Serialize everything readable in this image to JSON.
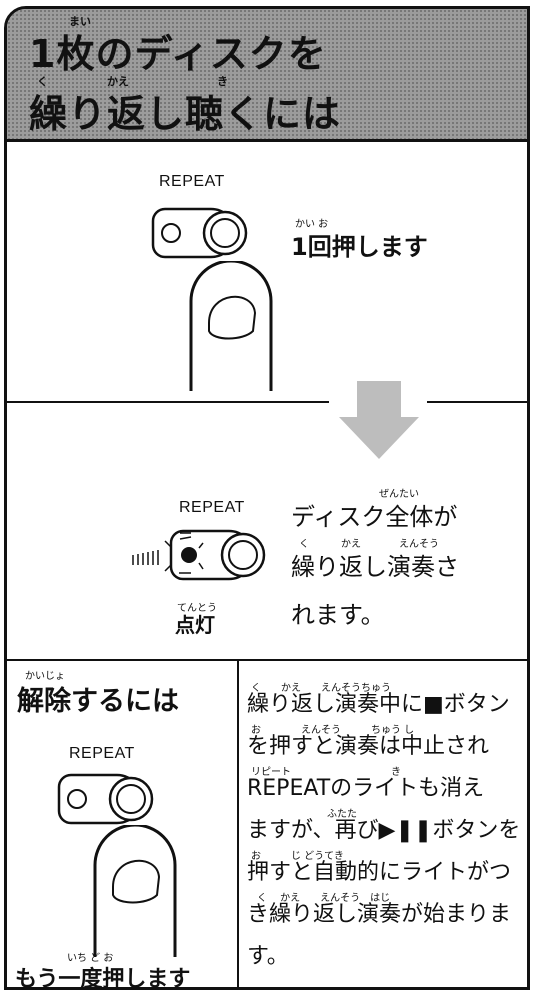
{
  "header": {
    "title_line1": "1枚のディスクを",
    "title_line2": "繰り返し聴くには",
    "ruby_mai": "まい",
    "ruby_ku": "く",
    "ruby_kae": "かえ",
    "ruby_ki": "き"
  },
  "step1": {
    "button_label": "REPEAT",
    "instruction": "1回押します",
    "ruby_kaio": "かい お"
  },
  "step2": {
    "button_label": "REPEAT",
    "lamp_label": "点灯",
    "lamp_ruby": "てんとう",
    "line1": "ディスク全体が",
    "line2": "繰り返し演奏さ",
    "line3": "れます。",
    "ruby_zentai": "ぜんたい",
    "ruby_ku": "く",
    "ruby_kae": "かえ",
    "ruby_ensou": "えんそう"
  },
  "cancel": {
    "heading": "解除するには",
    "heading_ruby": "かいじょ",
    "button_label": "REPEAT",
    "bottom_text": "もう一度押します",
    "bottom_ruby": "いち ど お",
    "lines": [
      "繰り返し演奏中に■ボタン",
      "を押すと演奏は中止され",
      "REPEATのライトも消え",
      "ますが、再び▶❚❚ボタンを",
      "押すと自動的にライトがつ",
      "き繰り返し演奏が始まりま",
      "す。"
    ],
    "rubies": [
      "く　　かえ　　えんそうちゅう",
      "お　　　　えんそう　　　ちゅう し",
      "リピート　　　　　　　　　　き",
      "ふたた",
      "お　　　じ どうてき",
      "く　 かえ　　えんそう　はじ"
    ]
  },
  "colors": {
    "ink": "#111111",
    "header_gray": "#9c9c9c",
    "arrow_gray": "#bdbdbd"
  },
  "icons": [
    "repeat-button-icon",
    "finger-press-icon",
    "down-arrow-icon",
    "lit-lamp-icon"
  ]
}
